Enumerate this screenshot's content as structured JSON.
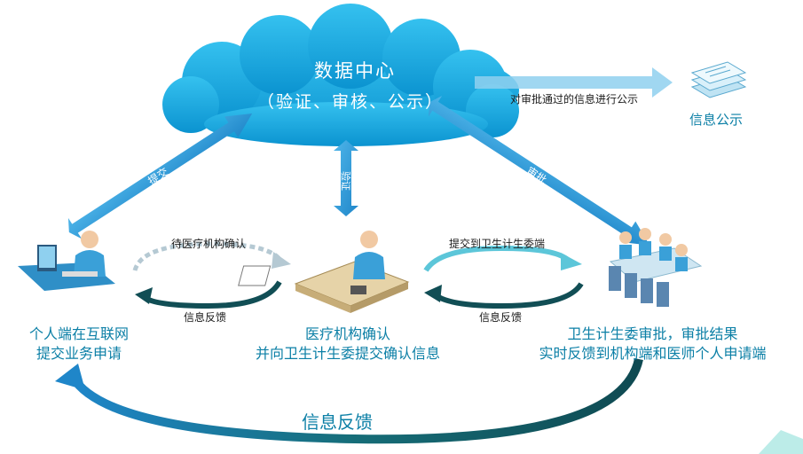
{
  "cloud": {
    "title": "数据中心",
    "subtitle": "（验证、审核、公示）"
  },
  "publish": {
    "arrow_label": "对审批通过的信息进行公示",
    "label": "信息公示"
  },
  "arrows": {
    "submit": "提交",
    "review": "审批",
    "verify": "验证"
  },
  "nodes": {
    "individual": {
      "line1": "个人端在互联网",
      "line2": "提交业务申请"
    },
    "institution": {
      "line1": "医疗机构确认",
      "line2": "并向卫生计生委提交确认信息"
    },
    "commission": {
      "line1": "卫生计生委审批，审批结果",
      "line2": "实时反馈到机构端和医师个人申请端"
    }
  },
  "cycles": {
    "left_top": "待医疗机构确认",
    "left_bottom": "信息反馈",
    "right_top": "提交到卫生计生委端",
    "right_bottom": "信息反馈"
  },
  "bottom_feedback": "信息反馈",
  "colors": {
    "cloud": "#0fa3dc",
    "arrow": "#2a9ad6",
    "caption": "#0b7fa6",
    "cycle_dark": "#114e55"
  }
}
